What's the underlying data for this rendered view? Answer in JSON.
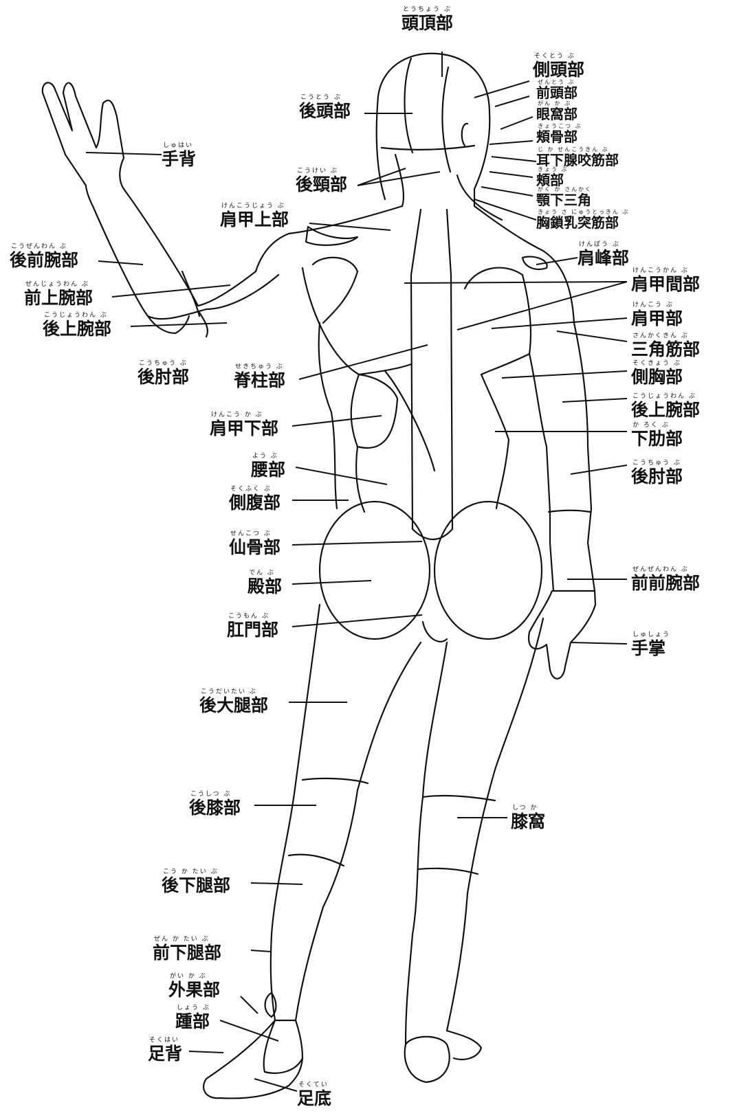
{
  "labels": [
    {
      "id": "toucho",
      "text": "頭頂部",
      "furigana": "とうちょう ぶ"
    },
    {
      "id": "sokutou",
      "text": "側頭部",
      "furigana": "そくとう ぶ"
    },
    {
      "id": "zentou",
      "text": "前頭部",
      "furigana": "ぜんとう ぶ"
    },
    {
      "id": "ganka",
      "text": "眼窩部",
      "furigana": "がん か ぶ"
    },
    {
      "id": "kyoukotsu",
      "text": "頬骨部",
      "furigana": "きょうこつ ぶ"
    },
    {
      "id": "jika",
      "text": "耳下腺咬筋部",
      "furigana": "じ か せんこうきん ぶ"
    },
    {
      "id": "kyou",
      "text": "頬部",
      "furigana": "きょう ぶ"
    },
    {
      "id": "gakuka",
      "text": "顎下三角",
      "furigana": "がく か さんかく"
    },
    {
      "id": "kyousa",
      "text": "胸鎖乳突筋部",
      "furigana": "きょう さ にゅうとっきん ぶ"
    },
    {
      "id": "koutou",
      "text": "後頭部",
      "furigana": "こうとう ぶ"
    },
    {
      "id": "kouhai_hand",
      "text": "手背",
      "furigana": "しゅはい"
    },
    {
      "id": "koukei",
      "text": "後頸部",
      "furigana": "こうけい ぶ"
    },
    {
      "id": "kenkoujou",
      "text": "肩甲上部",
      "furigana": "けんこうじょう ぶ"
    },
    {
      "id": "kenpou",
      "text": "肩峰部",
      "furigana": "けんぽう ぶ"
    },
    {
      "id": "kouzenwan",
      "text": "後前腕部",
      "furigana": "こうぜんわん ぶ"
    },
    {
      "id": "zenjouwan",
      "text": "前上腕部",
      "furigana": "ぜんじょうわん ぶ"
    },
    {
      "id": "koujouwan_l",
      "text": "後上腕部",
      "furigana": "こうじょうわん ぶ"
    },
    {
      "id": "kouchuu_l",
      "text": "後肘部",
      "furigana": "こうちゅう ぶ"
    },
    {
      "id": "kenkoukan",
      "text": "肩甲間部",
      "furigana": "けんこうかん ぶ"
    },
    {
      "id": "kenkou",
      "text": "肩甲部",
      "furigana": "けんこう ぶ"
    },
    {
      "id": "sankakukin",
      "text": "三角筋部",
      "furigana": "さんかくきん ぶ"
    },
    {
      "id": "sekichuu",
      "text": "脊柱部",
      "furigana": "せきちゅう ぶ"
    },
    {
      "id": "sokukyou",
      "text": "側胸部",
      "furigana": "そくきょう ぶ"
    },
    {
      "id": "koujouwan_r",
      "text": "後上腕部",
      "furigana": "こうじょうわん ぶ"
    },
    {
      "id": "kenkouka",
      "text": "肩甲下部",
      "furigana": "けんこう か ぶ"
    },
    {
      "id": "karoku",
      "text": "下肋部",
      "furigana": "か ろく ぶ"
    },
    {
      "id": "you",
      "text": "腰部",
      "furigana": "よう ぶ"
    },
    {
      "id": "kouchuu_r",
      "text": "後肘部",
      "furigana": "こうちゅう ぶ"
    },
    {
      "id": "sokufuku",
      "text": "側腹部",
      "furigana": "そくふく ぶ"
    },
    {
      "id": "senkotsu",
      "text": "仙骨部",
      "furigana": "せんこつ ぶ"
    },
    {
      "id": "zenzenwan",
      "text": "前前腕部",
      "furigana": "ぜんぜんわん ぶ"
    },
    {
      "id": "den",
      "text": "殿部",
      "furigana": "でん ぶ"
    },
    {
      "id": "koumon",
      "text": "肛門部",
      "furigana": "こうもん ぶ"
    },
    {
      "id": "shushou",
      "text": "手掌",
      "furigana": "しゅしょう"
    },
    {
      "id": "koudaitai",
      "text": "後大腿部",
      "furigana": "こうだいたい ぶ"
    },
    {
      "id": "koushitsu",
      "text": "後膝部",
      "furigana": "こうしつ ぶ"
    },
    {
      "id": "shikka",
      "text": "膝窩",
      "furigana": "しつ か"
    },
    {
      "id": "koukatai",
      "text": "後下腿部",
      "furigana": "こう か たい ぶ"
    },
    {
      "id": "zenkatai",
      "text": "前下腿部",
      "furigana": "ぜん か たい ぶ"
    },
    {
      "id": "gaika",
      "text": "外果部",
      "furigana": "がい か ぶ"
    },
    {
      "id": "shou",
      "text": "踵部",
      "furigana": "しょう ぶ"
    },
    {
      "id": "sokuhai",
      "text": "足背",
      "furigana": "そくはい"
    },
    {
      "id": "sokutei",
      "text": "足底",
      "furigana": "そくてい"
    }
  ]
}
